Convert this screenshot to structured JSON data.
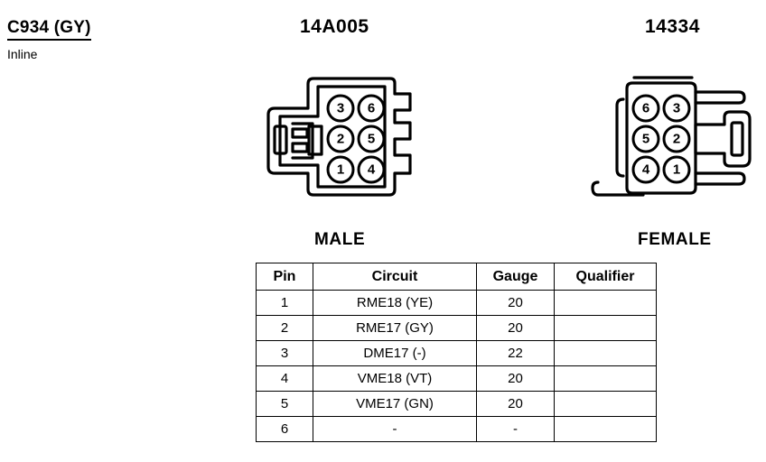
{
  "header": {
    "connector_id": "C934 (GY)",
    "connector_type": "Inline",
    "male_part_number": "14A005",
    "female_part_number": "14334"
  },
  "connectors": {
    "male": {
      "caption": "MALE",
      "pin_layout": [
        [
          "3",
          "6"
        ],
        [
          "2",
          "5"
        ],
        [
          "1",
          "4"
        ]
      ]
    },
    "female": {
      "caption": "FEMALE",
      "pin_layout": [
        [
          "6",
          "3"
        ],
        [
          "5",
          "2"
        ],
        [
          "4",
          "1"
        ]
      ]
    }
  },
  "table": {
    "columns": [
      "Pin",
      "Circuit",
      "Gauge",
      "Qualifier"
    ],
    "rows": [
      {
        "pin": "1",
        "circuit": "RME18 (YE)",
        "gauge": "20",
        "qualifier": ""
      },
      {
        "pin": "2",
        "circuit": "RME17 (GY)",
        "gauge": "20",
        "qualifier": ""
      },
      {
        "pin": "3",
        "circuit": "DME17 (-)",
        "gauge": "22",
        "qualifier": ""
      },
      {
        "pin": "4",
        "circuit": "VME18 (VT)",
        "gauge": "20",
        "qualifier": ""
      },
      {
        "pin": "5",
        "circuit": "VME17 (GN)",
        "gauge": "20",
        "qualifier": ""
      },
      {
        "pin": "6",
        "circuit": "-",
        "gauge": "-",
        "qualifier": ""
      }
    ]
  },
  "colors": {
    "line": "#000000",
    "background": "#ffffff"
  }
}
